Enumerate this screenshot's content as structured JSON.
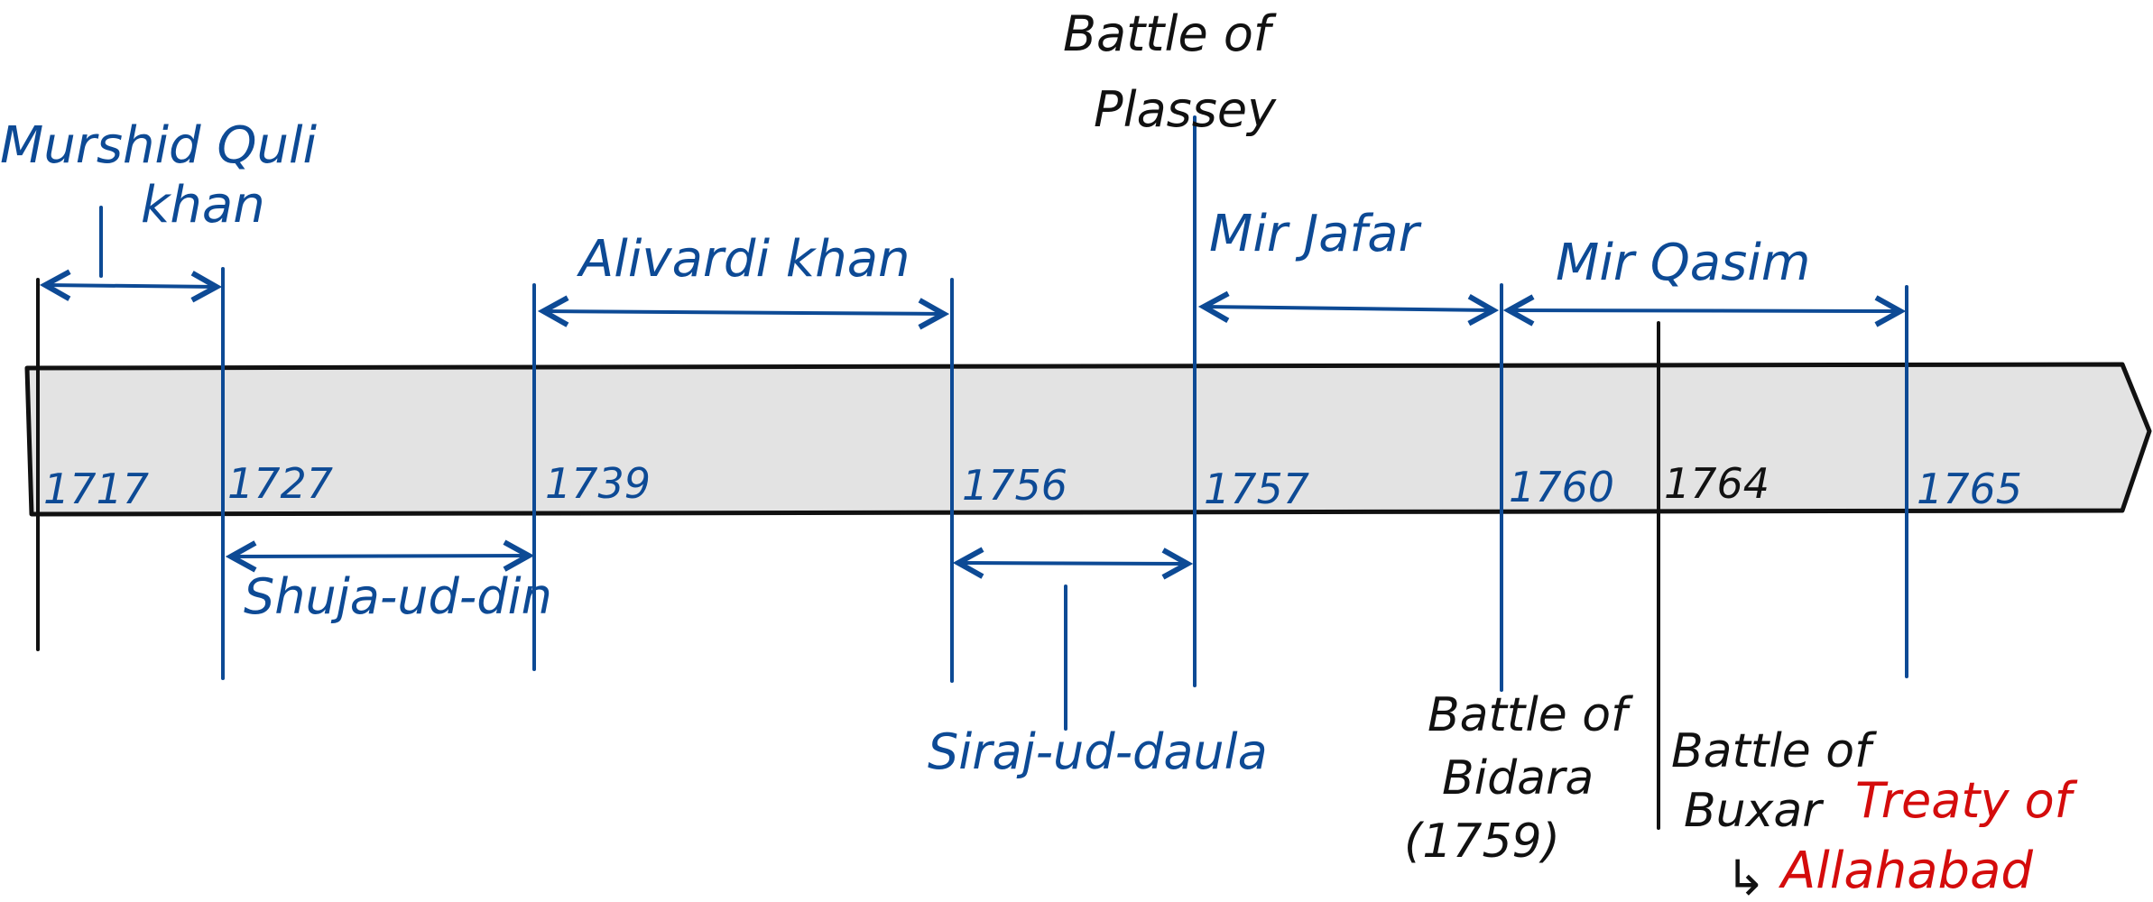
{
  "colors": {
    "ink_blue": "#0d4a95",
    "ink_black": "#111111",
    "ink_red": "#d40c0c",
    "band_fill": "#e3e3e3"
  },
  "years": [
    "1717",
    "1727",
    "1739",
    "1756",
    "1757",
    "1760",
    "1764",
    "1765"
  ],
  "rulers": {
    "murshid_line1": "Murshid Quli",
    "murshid_line2": "khan",
    "shuja": "Shuja-ud-din",
    "alivardi": "Alivardi khan",
    "siraj": "Siraj-ud-daula",
    "mir_jafar": "Mir Jafar",
    "mir_qasim": "Mir Qasim"
  },
  "events": {
    "plassey_line1": "Battle of",
    "plassey_line2": "Plassey",
    "bidara_line1": "Battle of",
    "bidara_line2": "Bidara",
    "bidara_year": "(1759)",
    "buxar_line1": "Battle of",
    "buxar_line2": "Buxar",
    "buxar_arrow": "↳",
    "treaty_line1": "Treaty of",
    "treaty_line2": "Allahabad"
  }
}
